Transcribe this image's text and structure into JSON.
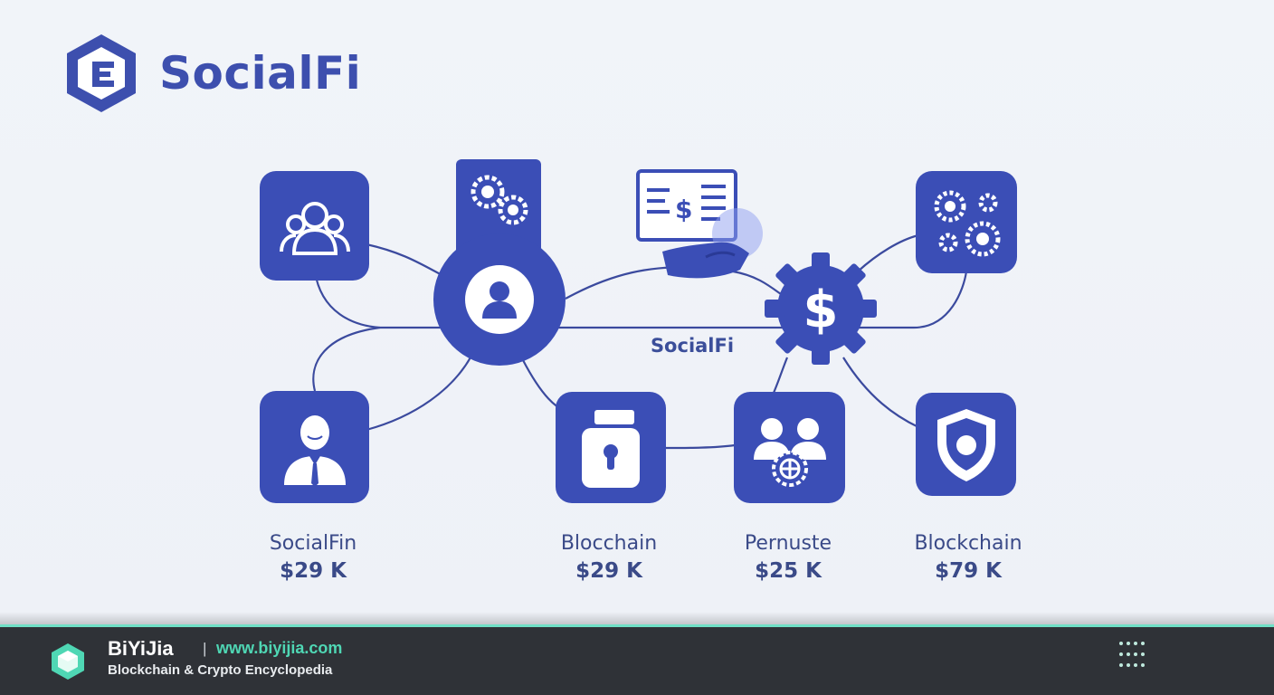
{
  "header": {
    "title": "SocialFi"
  },
  "diagram": {
    "center_label": "SocialFi",
    "nodes": [
      {
        "id": "community",
        "icon": "group-users-icon"
      },
      {
        "id": "settings-gears",
        "icon": "gears-icon"
      },
      {
        "id": "user-hub",
        "icon": "user-icon"
      },
      {
        "id": "payment",
        "icon": "payment-card-hand-icon"
      },
      {
        "id": "dollar-gear",
        "icon": "dollar-gear-icon"
      },
      {
        "id": "multi-gears",
        "icon": "multi-gears-icon"
      },
      {
        "id": "businessman",
        "icon": "businessman-icon"
      },
      {
        "id": "lock",
        "icon": "padlock-icon"
      },
      {
        "id": "people-network",
        "icon": "people-globe-icon"
      },
      {
        "id": "shield",
        "icon": "shield-icon"
      }
    ],
    "captions": [
      {
        "name": "SocialFin",
        "price": "$29 K"
      },
      {
        "name": "Blocchain",
        "price": "$29 K"
      },
      {
        "name": "Pernuste",
        "price": "$25 K"
      },
      {
        "name": "Blockchain",
        "price": "$79 K"
      }
    ]
  },
  "footer": {
    "brand": "BiYiJia",
    "separator": "|",
    "url": "www.biyijia.com",
    "tagline": "Blockchain & Crypto Encyclopedia",
    "accent_color": "#4fd7b4",
    "menu_icon": "grid-dots-icon"
  },
  "colors": {
    "primary": "#3b4eb6",
    "background": "#eef2f8",
    "footer_bg": "#2f3237"
  }
}
